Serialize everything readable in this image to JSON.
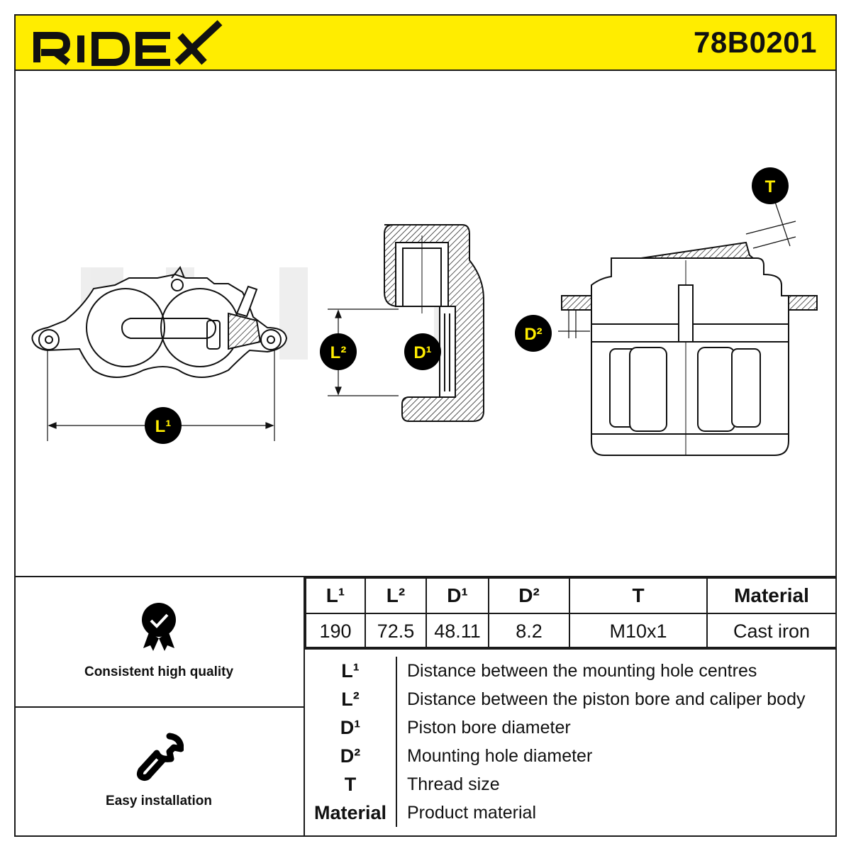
{
  "header": {
    "brand": "RIDEX",
    "part_number": "78B0201",
    "background_color": "#ffed00"
  },
  "drawing": {
    "watermark": "RIDEX",
    "callouts": {
      "l1": "L¹",
      "l2": "L²",
      "d1": "D¹",
      "d2": "D²",
      "t": "T"
    },
    "callout_fill": "#000000",
    "callout_text_color": "#ffed00"
  },
  "features": [
    {
      "label": "Consistent high quality",
      "icon": "quality-badge-icon"
    },
    {
      "label": "Easy installation",
      "icon": "wrench-icon"
    }
  ],
  "specs": {
    "headers": [
      "L¹",
      "L²",
      "D¹",
      "D²",
      "T",
      "Material"
    ],
    "values": [
      "190",
      "72.5",
      "48.11",
      "8.2",
      "M10x1",
      "Cast iron"
    ]
  },
  "legend": [
    {
      "key": "L¹",
      "desc": "Distance between the mounting hole centres"
    },
    {
      "key": "L²",
      "desc": "Distance between the piston bore and caliper body"
    },
    {
      "key": "D¹",
      "desc": "Piston bore diameter"
    },
    {
      "key": "D²",
      "desc": "Mounting hole diameter"
    },
    {
      "key": "T",
      "desc": "Thread size"
    },
    {
      "key": "Material",
      "desc": "Product material"
    }
  ]
}
